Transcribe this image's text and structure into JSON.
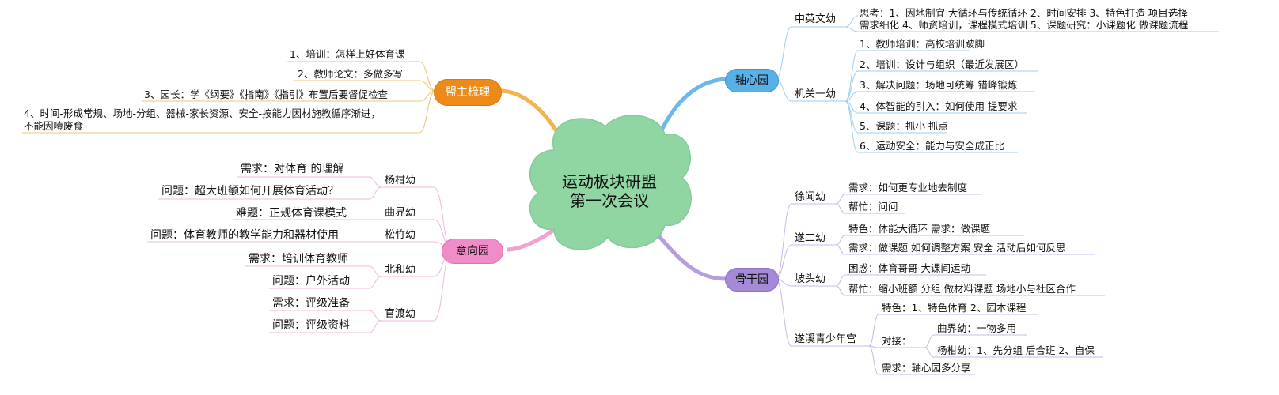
{
  "center": {
    "line1": "运动板块研盟",
    "line2": "第一次会议"
  },
  "colors": {
    "orange": "#ee8a1a",
    "blue": "#58b0e8",
    "pink": "#f08cc8",
    "purple": "#a58ad8",
    "green": "#8fd6a2"
  },
  "mengzhu": {
    "label": "盟主梳理",
    "items": [
      "1、培训：怎样上好体育课",
      "2、教师论文：多做多写",
      "3、园长：学《纲要》《指南》《指引》布置后要督促检查",
      "4、时间-形成常规、场地-分组、器械-家长资源、安全-按能力因材施教循序渐进，",
      "不能因噎废食"
    ]
  },
  "zhouxin": {
    "label": "轴心园",
    "zhongying": {
      "label": "中英文幼",
      "lines": [
        "思考：1、因地制宜 大循环与传统循环  2、时间安排  3、特色打造  项目选择",
        "需求细化  4、师资培训，课程模式培训  5、课题研究：小课题化  做课题流程"
      ]
    },
    "jiguan": {
      "label": "机关一幼",
      "items": [
        "1、教师培训：高校培训跛脚",
        "2、培训：设计与组织（最近发展区）",
        "3、解决问题：场地可统筹  错峰锻炼",
        "4、体智能的引入：如何使用  提要求",
        "5、课题：抓小  抓点",
        "6、运动安全：能力与安全成正比"
      ]
    }
  },
  "yixiang": {
    "label": "意向园",
    "yangqian": {
      "label": "杨柑幼",
      "items": [
        "需求：对体育  的理解",
        "问题：超大班额如何开展体育活动？"
      ]
    },
    "qujie": {
      "label": "曲界幼",
      "items": [
        "难题：正规体育课模式"
      ]
    },
    "songzhu": {
      "label": "松竹幼",
      "items": [
        "问题：体育教师的教学能力和器材使用"
      ]
    },
    "beihe": {
      "label": "北和幼",
      "items": [
        "需求：培训体育教师",
        "问题：户外活动"
      ]
    },
    "guandu": {
      "label": "官渡幼",
      "items": [
        "需求：评级准备",
        "问题：评级资料"
      ]
    }
  },
  "gugan": {
    "label": "骨干园",
    "xuwen": {
      "label": "徐闻幼",
      "items": [
        "需求：如何更专业地去制度",
        "帮忙：问问"
      ]
    },
    "suier": {
      "label": "遂二幼",
      "items": [
        "特色：体能大循环        需求：做课题",
        "需求：做课题  如何调整方案  安全  活动后如何反思"
      ]
    },
    "potou": {
      "label": "坡头幼",
      "items": [
        "困惑：体育哥哥  大课间运动",
        "帮忙：缩小班额  分组  做材料课题  场地小与社区合作"
      ]
    },
    "suixi": {
      "label": "遂溪青少年宫",
      "tese": "特色：1、特色体育  2、园本课程",
      "duijie": {
        "label": "对接：",
        "items": [
          "曲界幼：一物多用",
          "杨柑幼：1、先分组  后合班  2、自保"
        ]
      },
      "xuqiu": "需求：轴心园多分享"
    }
  }
}
